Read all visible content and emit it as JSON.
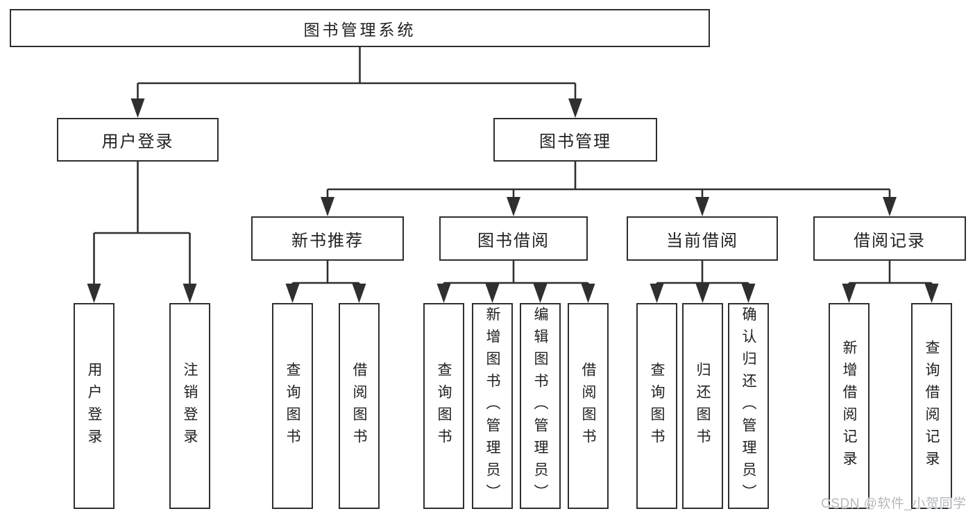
{
  "colors": {
    "line": "#2f2f2f",
    "text": "#212121",
    "box_bg": "#ffffff",
    "page_bg": "#ffffff",
    "watermark": "#b5b9bd"
  },
  "watermark": {
    "text": "CSDN @软件_小贺同学"
  },
  "tree": {
    "root": {
      "label": "图书管理系统"
    },
    "branches": [
      {
        "label": "用户登录",
        "children": [
          {
            "label": "用户登录"
          },
          {
            "label": "注销登录"
          }
        ]
      },
      {
        "label": "图书管理",
        "children": [
          {
            "label": "新书推荐",
            "children": [
              {
                "label": "查询图书"
              },
              {
                "label": "借阅图书"
              }
            ]
          },
          {
            "label": "图书借阅",
            "children": [
              {
                "label": "查询图书"
              },
              {
                "label": "新增图书（管理员）"
              },
              {
                "label": "编辑图书（管理员）"
              },
              {
                "label": "借阅图书"
              }
            ]
          },
          {
            "label": "当前借阅",
            "children": [
              {
                "label": "查询图书"
              },
              {
                "label": "归还图书"
              },
              {
                "label": "确认归还（管理员）"
              }
            ]
          },
          {
            "label": "借阅记录",
            "children": [
              {
                "label": "新增借阅记录"
              },
              {
                "label": "查询借阅记录"
              }
            ]
          }
        ]
      }
    ]
  }
}
